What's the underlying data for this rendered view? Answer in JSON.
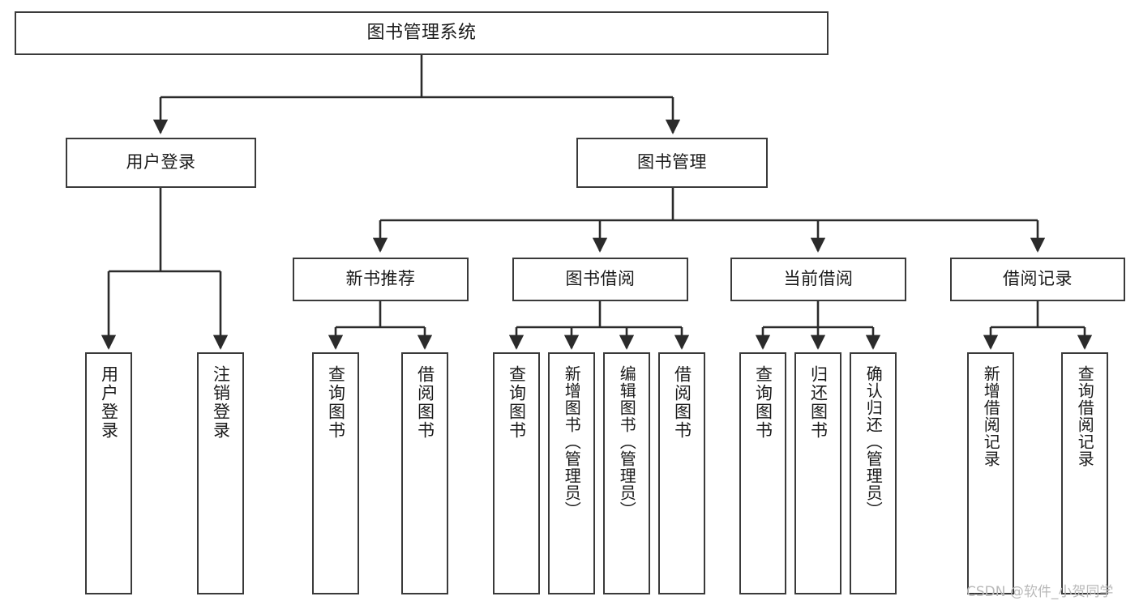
{
  "diagram": {
    "title": "图书管理系统",
    "type": "tree",
    "root": {
      "id": "root",
      "label": "图书管理系统"
    },
    "level1": [
      {
        "id": "user-login",
        "label": "用户登录"
      },
      {
        "id": "book-manage",
        "label": "图书管理"
      }
    ],
    "level2": [
      {
        "id": "new-book-recommend",
        "label": "新书推荐",
        "parent": "book-manage"
      },
      {
        "id": "book-borrow",
        "label": "图书借阅",
        "parent": "book-manage"
      },
      {
        "id": "current-borrow",
        "label": "当前借阅",
        "parent": "book-manage"
      },
      {
        "id": "borrow-record",
        "label": "借阅记录",
        "parent": "book-manage"
      }
    ],
    "leaves": [
      {
        "id": "leaf-user-login",
        "label": "用户登录",
        "parent": "user-login"
      },
      {
        "id": "leaf-logout-login",
        "label": "注销登录",
        "parent": "user-login"
      },
      {
        "id": "leaf-query-book-1",
        "label": "查询图书",
        "parent": "new-book-recommend"
      },
      {
        "id": "leaf-borrow-book-1",
        "label": "借阅图书",
        "parent": "new-book-recommend"
      },
      {
        "id": "leaf-query-book-2",
        "label": "查询图书",
        "parent": "book-borrow"
      },
      {
        "id": "leaf-add-book",
        "label": "新增图书（管理员）",
        "parent": "book-borrow"
      },
      {
        "id": "leaf-edit-book",
        "label": "编辑图书（管理员）",
        "parent": "book-borrow"
      },
      {
        "id": "leaf-borrow-book-2",
        "label": "借阅图书",
        "parent": "book-borrow"
      },
      {
        "id": "leaf-query-book-3",
        "label": "查询图书",
        "parent": "current-borrow"
      },
      {
        "id": "leaf-return-book",
        "label": "归还图书",
        "parent": "current-borrow"
      },
      {
        "id": "leaf-confirm-return",
        "label": "确认归还（管理员）",
        "parent": "current-borrow"
      },
      {
        "id": "leaf-add-record",
        "label": "新增借阅记录",
        "parent": "borrow-record"
      },
      {
        "id": "leaf-query-record",
        "label": "查询借阅记录",
        "parent": "borrow-record"
      }
    ],
    "colors": {
      "node_border": "#3a3a3a",
      "node_fill": "#ffffff",
      "edge": "#2b2b2b",
      "text": "#1a1a1a",
      "watermark": "#b9b9b9",
      "background": "#ffffff"
    }
  },
  "watermark": {
    "text": "CSDN @软件_小贺同学"
  }
}
